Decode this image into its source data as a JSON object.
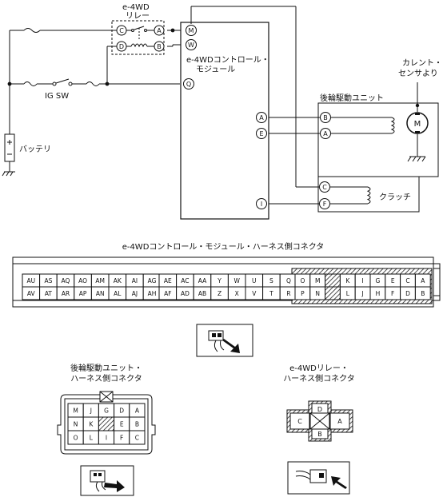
{
  "wiring": {
    "relay_title_1": "e-4WD",
    "relay_title_2": "リレー",
    "module_title_1": "e-4WDコントロール・",
    "module_title_2": "モジュール",
    "ig_sw": "IG SW",
    "battery": "バッテリ",
    "current_sensor_1": "カレント・",
    "current_sensor_2": "センサより",
    "rear_unit": "後輪駆動ユニット",
    "clutch": "クラッチ",
    "relay_pins": {
      "c": "C",
      "a": "A",
      "d": "D",
      "b": "B"
    },
    "module_pins": {
      "m": "M",
      "w": "W",
      "q": "Q",
      "a": "A",
      "e": "E",
      "i": "I"
    },
    "rear_pins": {
      "b": "B",
      "a": "A",
      "c": "C",
      "f": "F"
    }
  },
  "harness_connector": {
    "title": "e-4WDコントロール・モジュール・ハーネス側コネクタ",
    "left_top": [
      "AU",
      "AS",
      "AQ",
      "AO",
      "AM",
      "AK",
      "AI",
      "AG"
    ],
    "left_bottom": [
      "AV",
      "AT",
      "AR",
      "AP",
      "AN",
      "AL",
      "AJ",
      "AH"
    ],
    "mid_top": [
      "AE",
      "AC",
      "AA",
      "Y",
      "W",
      "U",
      "S",
      "Q"
    ],
    "mid_bottom": [
      "AF",
      "AD",
      "AB",
      "Z",
      "X",
      "V",
      "T",
      "R"
    ],
    "right_top": [
      "O",
      "M",
      "",
      "K",
      "I",
      "G",
      "E",
      "C",
      "A"
    ],
    "right_bottom": [
      "P",
      "N",
      "",
      "L",
      "J",
      "H",
      "F",
      "D",
      "B"
    ]
  },
  "rear_connector": {
    "title_1": "後輪駆動ユニット・",
    "title_2": "ハーネス側コネクタ",
    "rows": [
      [
        "M",
        "J",
        "G",
        "D",
        "A"
      ],
      [
        "N",
        "K",
        "",
        "E",
        "B"
      ],
      [
        "O",
        "L",
        "I",
        "F",
        "C"
      ]
    ]
  },
  "relay_connector": {
    "title_1": "e-4WDリレー・",
    "title_2": "ハーネス側コネクタ",
    "d": "D",
    "c": "C",
    "a": "A",
    "b": "B"
  }
}
